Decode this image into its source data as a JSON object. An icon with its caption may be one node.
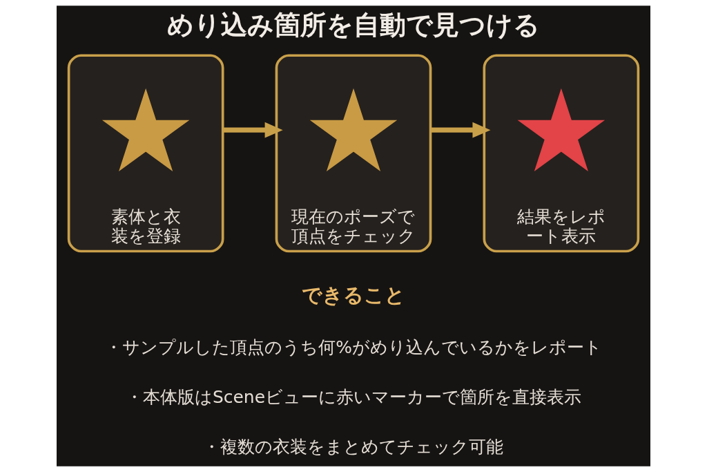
{
  "diagram": {
    "title": "めり込み箇所を自動で見つける",
    "nodes": [
      {
        "text": [
          "素体と衣装を登録"
        ]
      },
      {
        "text": [],
        "shape": "gear",
        "in": 0
      },
      {
        "text": [
          "現在のポーズで頂点をチェック"
        ]
      },
      {
        "text": [],
        "shape": "gear",
        "in": 2
      },
      {
        "text": [
          "結果をレポート表示"
        ]
      },
      {
        "text": [],
        "shape": "gear",
        "in": 4
      }
    ],
    "edges": [
      {
        "from": 0,
        "to": 2,
        "arrow": "to"
      },
      {
        "from": 2,
        "to": 4,
        "arrow": "to"
      }
    ],
    "labels": [
      "できること",
      "・サンプルした頂点のうち何%がめり込んでいるかをレポート",
      "・本体版はSceneビューに赤いマーカーで箇所を直接表示",
      "・複数の衣装をまとめてチェック可能"
    ]
  }
}
